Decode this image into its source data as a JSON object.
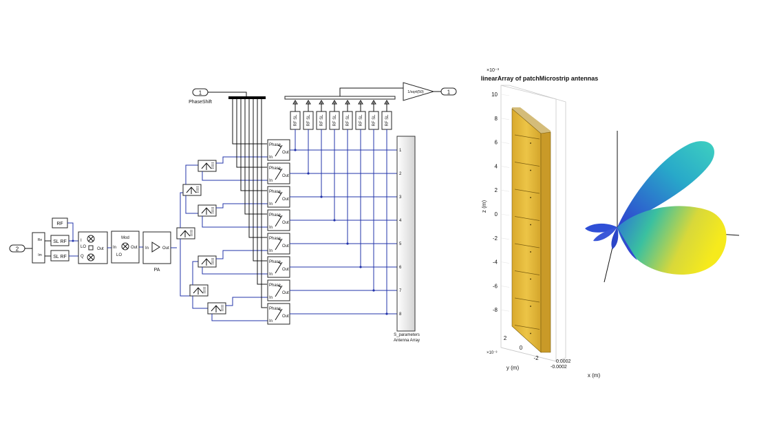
{
  "simulink": {
    "inport_sig": "2",
    "inport_phase": "1",
    "phase_label": "PhaseShift",
    "outport": "1",
    "gain_label": "1/sqrt(50)",
    "rf_label": "RF",
    "slrf_label": "SL RF",
    "re_label": "Re",
    "im_label": "Im",
    "lo_label": "LO",
    "i_label": "I",
    "q_label": "Q",
    "out_label": "Out",
    "in_label": "In",
    "mod_label": "Mod",
    "pa_label": "PA",
    "phase_in_label": "Phase",
    "rfsl_label": "RF SL",
    "sparam_label": "S_parameters",
    "array_label": "Antenna Array",
    "port_numbers": [
      "1",
      "2",
      "3",
      "4",
      "5",
      "6",
      "7",
      "8"
    ]
  },
  "antenna_plot": {
    "title": "linearArray of patchMicrostrip antennas",
    "exponent_z": "×10⁻³",
    "exponent_y": "×10⁻³",
    "zlabel": "z (m)",
    "ylabel": "y (m)",
    "xlabel": "x (m)",
    "z_ticks": [
      "10",
      "8",
      "6",
      "4",
      "2",
      "0",
      "-2",
      "-4",
      "-6",
      "-8"
    ],
    "y_ticks": [
      "2",
      "0",
      "-2"
    ],
    "x_ticks": [
      "0.0002",
      "-0.0002"
    ],
    "patch_color": "#e6b93a"
  },
  "pattern": {
    "lobe_colors": [
      "#2f4fd6",
      "#2ab3c9",
      "#c8d63a",
      "#f2e617"
    ]
  }
}
